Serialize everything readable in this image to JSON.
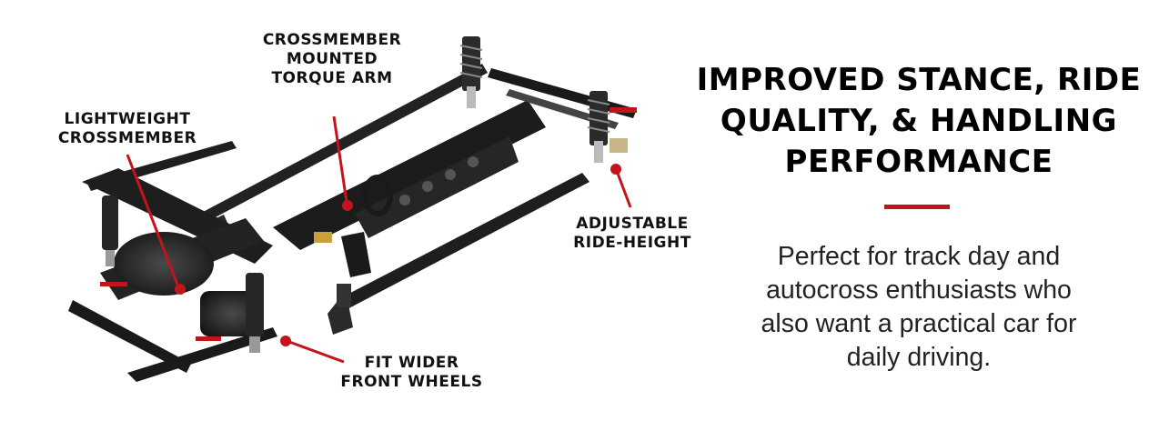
{
  "callouts": {
    "crossmember_torque_arm": [
      "CROSSMEMBER",
      "MOUNTED",
      "TORQUE ARM"
    ],
    "lightweight_crossmember": [
      "LIGHTWEIGHT",
      "CROSSMEMBER"
    ],
    "adjustable_ride_height": [
      "ADJUSTABLE",
      "RIDE-HEIGHT"
    ],
    "fit_wider_wheels": [
      "FIT WIDER",
      "FRONT WHEELS"
    ]
  },
  "headline": [
    "IMPROVED STANCE, RIDE",
    "QUALITY, & HANDLING",
    "PERFORMANCE"
  ],
  "body": [
    "Perfect for track day and",
    "autocross enthusiasts who",
    "also want a practical car for",
    "daily driving."
  ],
  "colors": {
    "accent": "#c4141b",
    "frame": "#1e1e1e",
    "text": "#000000",
    "body_text": "#222222"
  },
  "icons": {
    "diagram": "suspension-system-illustration"
  }
}
